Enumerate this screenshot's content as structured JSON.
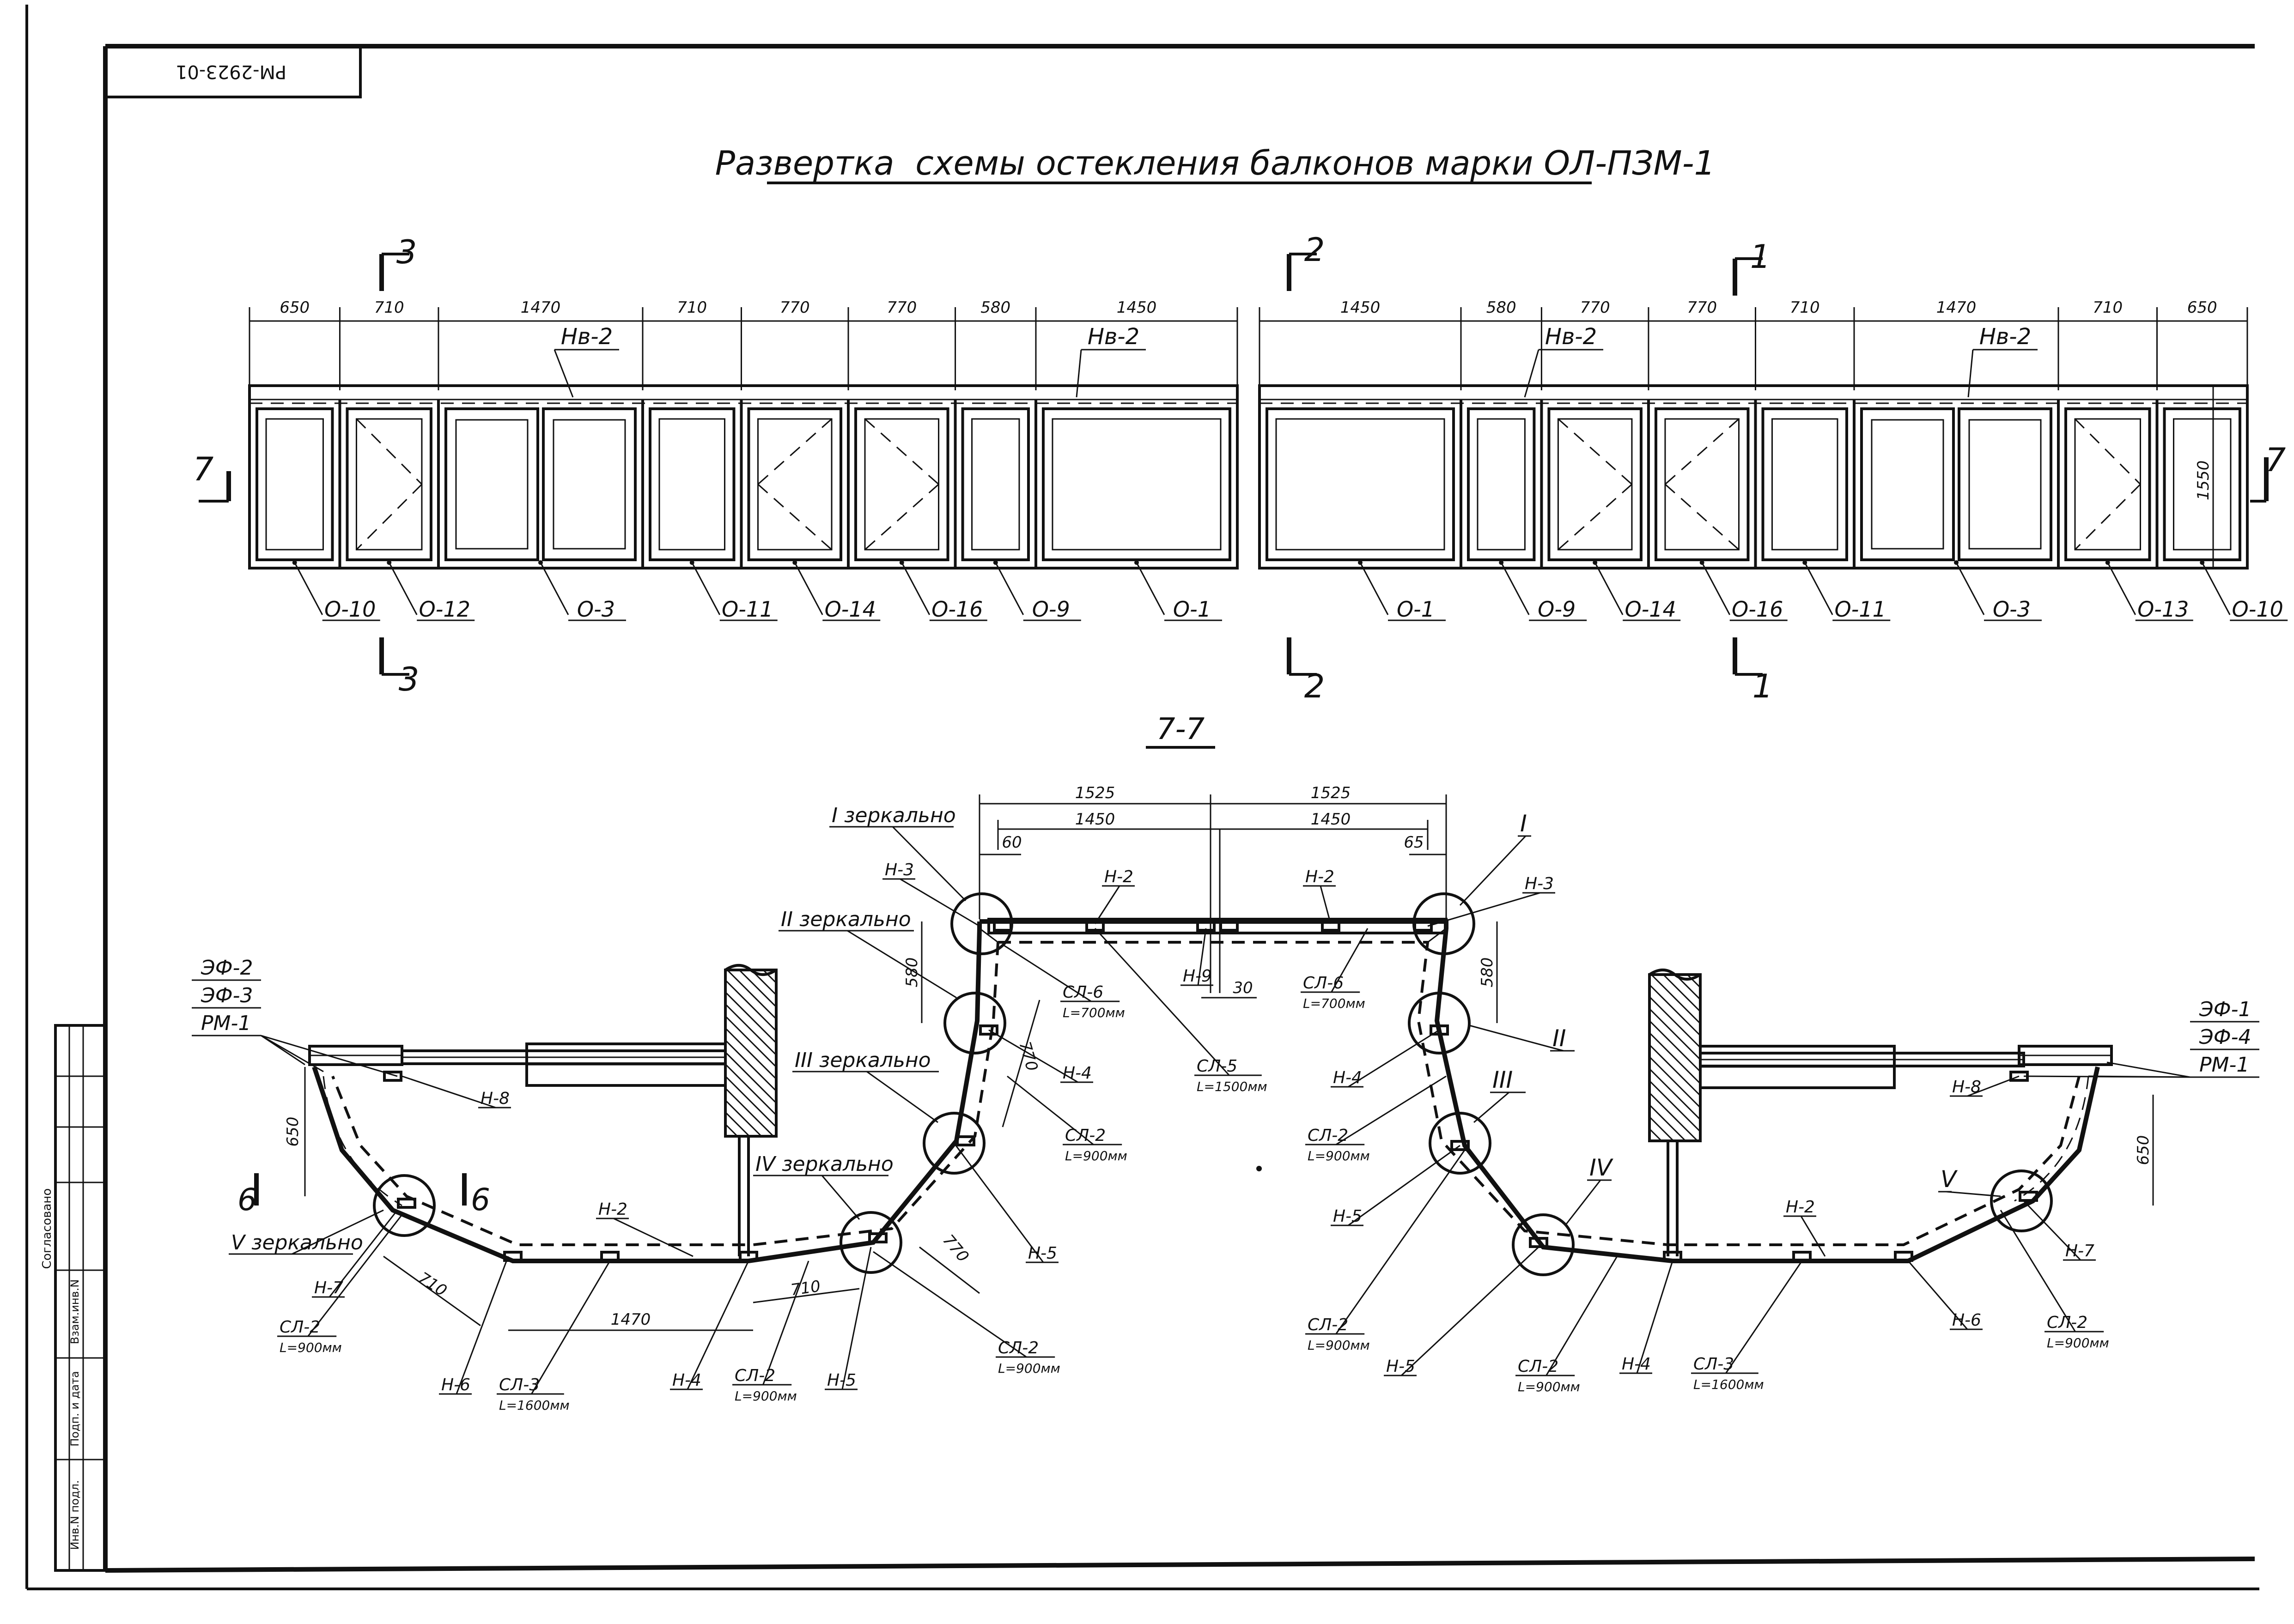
{
  "stamp": "PM-2923-01",
  "title": "Развертка  схемы остекления балконов марки ОЛ-ПЗМ-1",
  "elevation": {
    "dims_left": [
      "650",
      "710",
      "1470",
      "710",
      "770",
      "770",
      "580",
      "1450"
    ],
    "dims_right": [
      "1450",
      "580",
      "770",
      "770",
      "710",
      "1470",
      "710",
      "650"
    ],
    "height_dim": "1550",
    "top_labels": [
      "Нв-2",
      "Нв-2",
      "Нв-2",
      "Нв-2"
    ],
    "panel_labels": [
      "О-10",
      "О-12",
      "О-3",
      "О-11",
      "О-14",
      "О-16",
      "О-9",
      "О-1",
      "О-1",
      "О-9",
      "О-14",
      "О-16",
      "О-11",
      "О-3",
      "О-13",
      "О-10"
    ],
    "section_marks": [
      "3",
      "3",
      "2",
      "2",
      "1",
      "1",
      "7",
      "7"
    ]
  },
  "plan": {
    "title": "7-7",
    "top_dims": [
      "1525",
      "1525",
      "1450",
      "1450",
      "60",
      "65",
      "30",
      "580",
      "580"
    ],
    "callouts_left": [
      "I зеркально",
      "II зеркально",
      "III зеркально",
      "IV зеркально",
      "V зеркально"
    ],
    "callouts_right": [
      "I",
      "II",
      "III",
      "IV",
      "V"
    ],
    "legend_left": [
      "ЭФ-2",
      "ЭФ-3",
      "РМ-1"
    ],
    "legend_right": [
      "ЭФ-1",
      "ЭФ-4",
      "РМ-1"
    ],
    "left_dims": [
      "650",
      "710",
      "1470",
      "710",
      "770",
      "770"
    ],
    "right_dims": [
      "650"
    ],
    "section_mark": "6",
    "labels": {
      "h3a": "Н-3",
      "h2a": "Н-2",
      "h2b": "Н-2",
      "h3b": "Н-3",
      "h9": "Н-9",
      "sl6a": "СЛ-6",
      "sl6a_l": "L=700мм",
      "sl6b": "СЛ-6",
      "sl6b_l": "L=700мм",
      "sl5": "СЛ-5",
      "sl5_l": "L=1500мм",
      "h4a": "Н-4",
      "sl2a": "СЛ-2",
      "sl2a_l": "L=900мм",
      "h5a": "Н-5",
      "h8a": "Н-8",
      "h7a": "Н-7",
      "sl2b": "СЛ-2",
      "sl2b_l": "L=900мм",
      "h6a": "Н-6",
      "sl3a": "СЛ-3",
      "sl3a_l": "L=1600мм",
      "h4b": "Н-4",
      "sl2c": "СЛ-2",
      "sl2c_l": "L=900мм",
      "h5b": "Н-5",
      "sl2d": "СЛ-2",
      "sl2d_l": "L=900мм",
      "h2c": "Н-2",
      "h4c": "Н-4",
      "sl2e": "СЛ-2",
      "sl2e_l": "L=900мм",
      "h5c": "Н-5",
      "sl2f": "СЛ-2",
      "sl2f_l": "L=900мм",
      "h5d": "Н-5",
      "sl2g": "СЛ-2",
      "sl2g_l": "L=900мм",
      "h4d": "Н-4",
      "sl3b": "СЛ-3",
      "sl3b_l": "L=1600мм",
      "h2d": "Н-2",
      "h8b": "Н-8",
      "h7b": "Н-7",
      "h6b": "Н-6",
      "sl2h": "СЛ-2",
      "sl2h_l": "L=900мм"
    }
  },
  "side_table": [
    "Согласовано",
    "Взам.инв.N",
    "Подп. и дата",
    "Инв.N подл."
  ]
}
